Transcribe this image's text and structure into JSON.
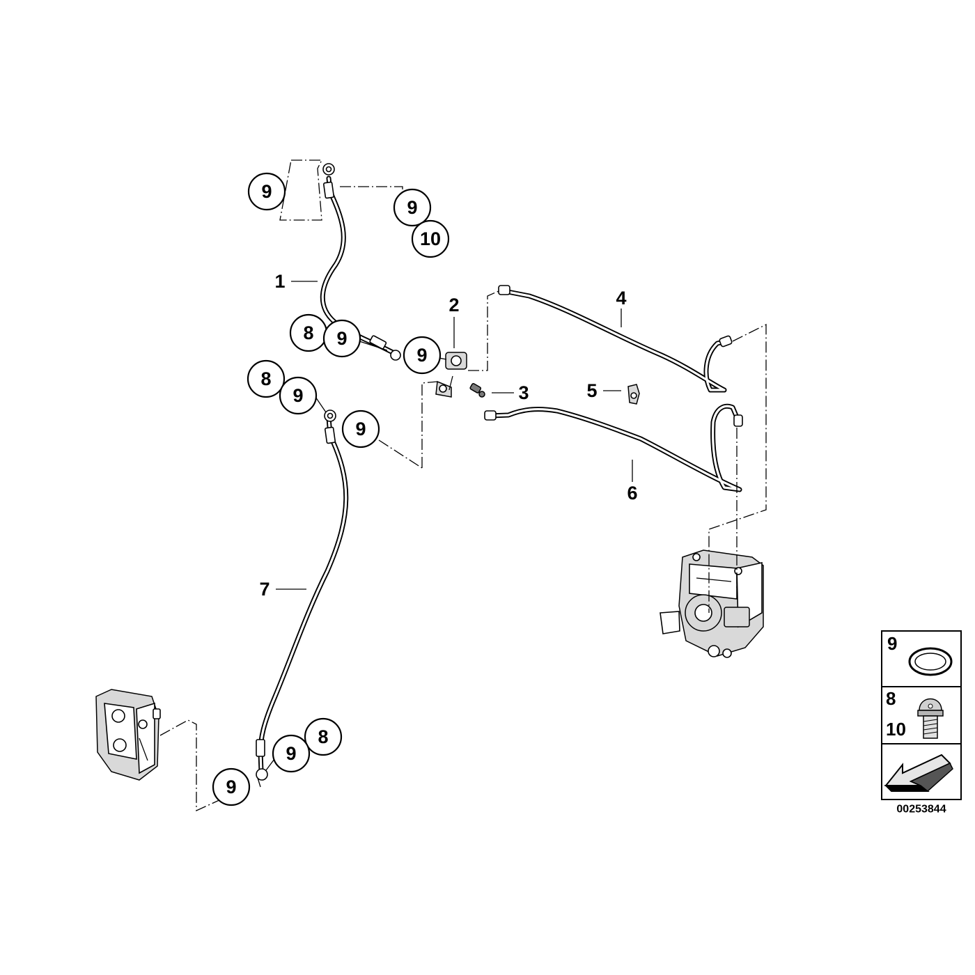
{
  "callouts": {
    "c1": "9",
    "c2": "9",
    "c3": "10",
    "c4": "8",
    "c5": "9",
    "c6": "9",
    "c7": "8",
    "c8": "9",
    "c9": "9",
    "c10": "8",
    "c11": "9",
    "c12": "9"
  },
  "labels": {
    "p1": "1",
    "p2": "2",
    "p3": "3",
    "p4": "4",
    "p5": "5",
    "p6": "6",
    "p7": "7"
  },
  "legend": {
    "seal": "9",
    "bolt_a": "8",
    "bolt_b": "10"
  },
  "diagram_id": "00253844",
  "colors": {
    "ink": "#000000",
    "paper": "#ffffff",
    "shade": "#d9d9d9"
  }
}
